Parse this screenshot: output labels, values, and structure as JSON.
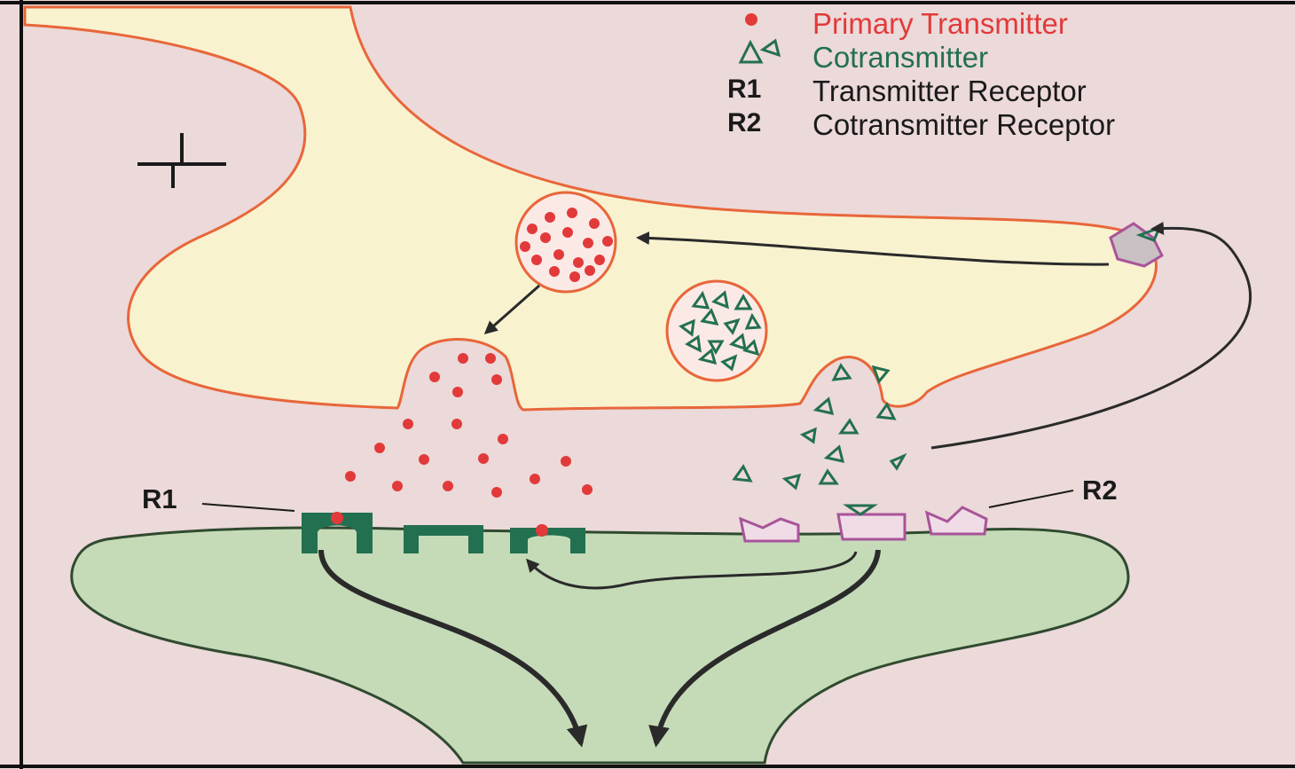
{
  "legend": {
    "primary_transmitter": "Primary Transmitter",
    "cotransmitter": "Cotransmitter",
    "r1_symbol": "R1",
    "r1_text": "Transmitter Receptor",
    "r2_symbol": "R2",
    "r2_text": "Cotransmitter Receptor"
  },
  "labels": {
    "r1": "R1",
    "r2": "R2"
  },
  "colors": {
    "background": "#ecd9d9",
    "presynaptic_fill": "#f8f2cf",
    "presynaptic_outline": "#e8663a",
    "postsynaptic_fill": "#c5dbb8",
    "postsynaptic_outline": "#2f4a2f",
    "primary_transmitter": "#e23a3a",
    "cotransmitter": "#237050",
    "r1_receptor": "#237050",
    "r2_receptor": "#a8549a",
    "arrow": "#2a2a2a"
  }
}
